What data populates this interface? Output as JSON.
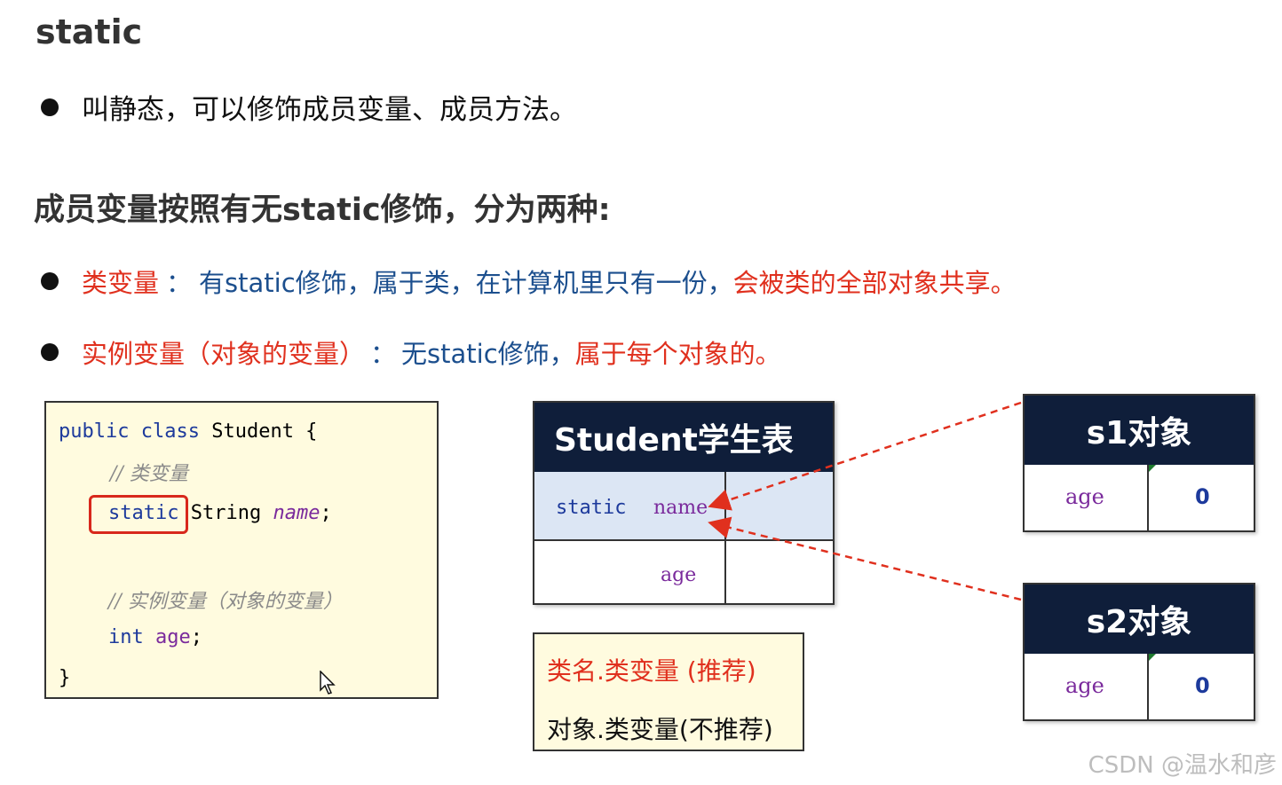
{
  "title": "static",
  "bullet1": "叫静态，可以修饰成员变量、成员方法。",
  "heading2": "成员变量按照有无static修饰，分为两种:",
  "class_var": {
    "name": "类变量",
    "sep": "：",
    "desc_blue": "有static修饰，属于类，在计算机里只有一份，",
    "desc_red": "会被类的全部对象共享。"
  },
  "instance_var": {
    "name": "实例变量（对象的变量）",
    "sep": "：",
    "desc_blue": "无static修饰，",
    "desc_red": "属于每个对象的。"
  },
  "code": {
    "kw_public": "public",
    "kw_class": "class",
    "class_name": "Student {",
    "comment1": "// 类变量",
    "kw_static": "static",
    "type_string": "String",
    "field_name": "name",
    "semicolon1": ";",
    "comment2": "// 实例变量（对象的变量）",
    "kw_int": "int",
    "field_age": "age",
    "semicolon2": ";",
    "close_brace": "}"
  },
  "student_table": {
    "header": "Student学生表",
    "row1_static": "static",
    "row1_name": "name",
    "row2_age": "age"
  },
  "objects": [
    {
      "header": "s1对象",
      "label": "age",
      "value": "0"
    },
    {
      "header": "s2对象",
      "label": "age",
      "value": "0"
    }
  ],
  "usage": {
    "recommended": "类名.类变量 (推荐)",
    "not_recommended": "对象.类变量(不推荐)"
  },
  "colors": {
    "red": "#e0301e",
    "blue": "#1c4f8e",
    "header_bg": "#0f1e3a",
    "code_bg": "#fffbdf"
  },
  "watermark": "CSDN @温水和彦"
}
